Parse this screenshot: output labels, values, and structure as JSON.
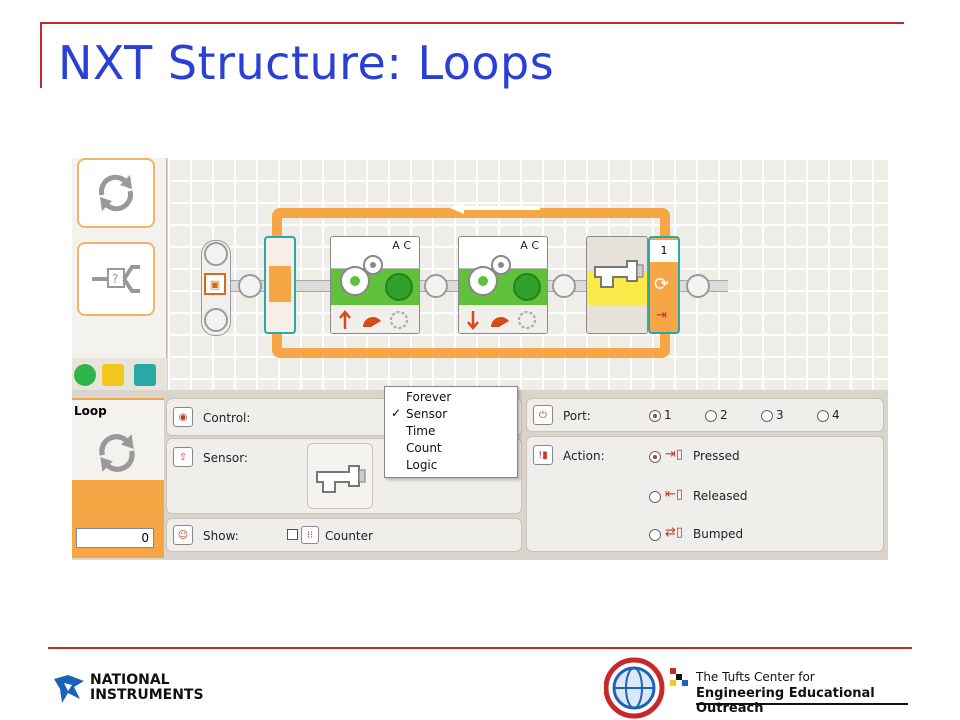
{
  "slide": {
    "title": "NXT Structure: Loops"
  },
  "palette": {
    "buttons": [
      "loop-icon",
      "switch-icon"
    ],
    "tabs": [
      "common-palette-icon",
      "complete-palette-icon",
      "custom-palette-icon"
    ]
  },
  "program": {
    "motor_blocks": [
      {
        "ports": "A C",
        "direction": "up"
      },
      {
        "ports": "A C",
        "direction": "down"
      }
    ],
    "loop_count": "1"
  },
  "config": {
    "block_name": "Loop",
    "counter_value": "0",
    "control_label": "Control:",
    "sensor_label": "Sensor:",
    "show_label": "Show:",
    "counter_label": "Counter",
    "control_options": [
      "Forever",
      "Sensor",
      "Time",
      "Count",
      "Logic"
    ],
    "control_selected": "Sensor",
    "port_label": "Port:",
    "ports": [
      "1",
      "2",
      "3",
      "4"
    ],
    "port_selected": "1",
    "action_label": "Action:",
    "actions": [
      "Pressed",
      "Released",
      "Bumped"
    ],
    "action_selected": "Pressed"
  },
  "footer": {
    "ni_line1": "NATIONAL",
    "ni_line2": "INSTRUMENTS",
    "tufts_line1": "The Tufts Center for",
    "tufts_line2": "Engineering Educational Outreach"
  },
  "colors": {
    "title": "#2a3fd6",
    "rule": "#c8282b",
    "loop_orange": "#f7a645",
    "motor_green": "#5fc23a",
    "touch_yellow": "#fbe94a"
  }
}
